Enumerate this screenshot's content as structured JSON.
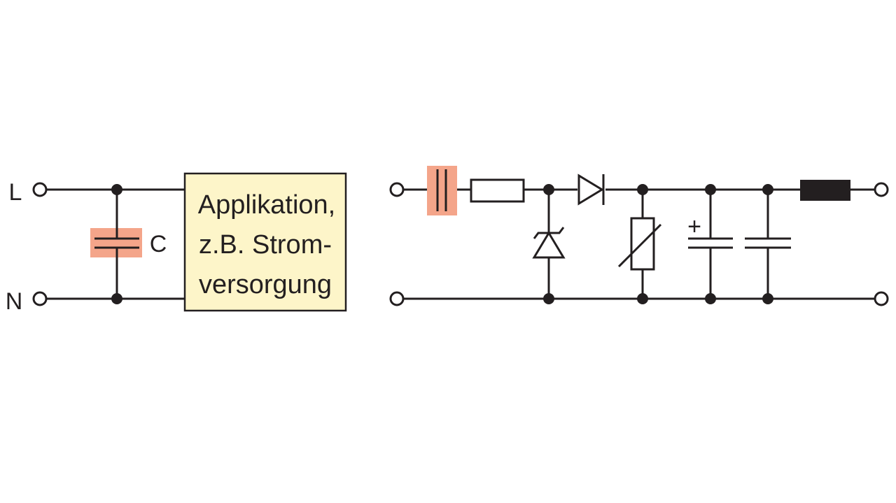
{
  "left_circuit": {
    "terminal_top_label": "L",
    "terminal_bottom_label": "N",
    "capacitor_label": "C",
    "application_box": {
      "line1": "Applikation,",
      "line2": "z.B. Strom-",
      "line3": "versorgung"
    }
  },
  "right_circuit": {
    "electrolytic_polarity_mark": "+"
  },
  "colors": {
    "line": "#231f20",
    "highlight": "#f4a58a",
    "application_box_fill": "#fdf5c9",
    "choke_fill": "#231f20"
  }
}
